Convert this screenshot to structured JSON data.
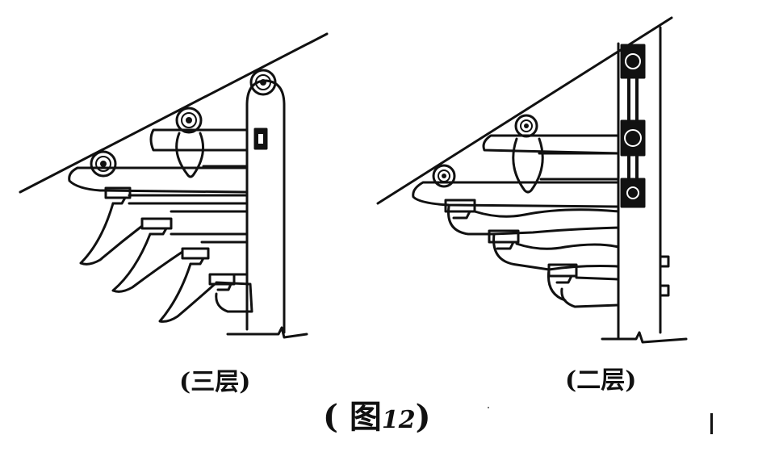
{
  "captions": {
    "left": "(三层)",
    "right": "(二层)",
    "figure_prefix": "( 图",
    "figure_number": "12",
    "figure_suffix": ")"
  },
  "colors": {
    "ink": "#111111",
    "paper": "#ffffff"
  }
}
